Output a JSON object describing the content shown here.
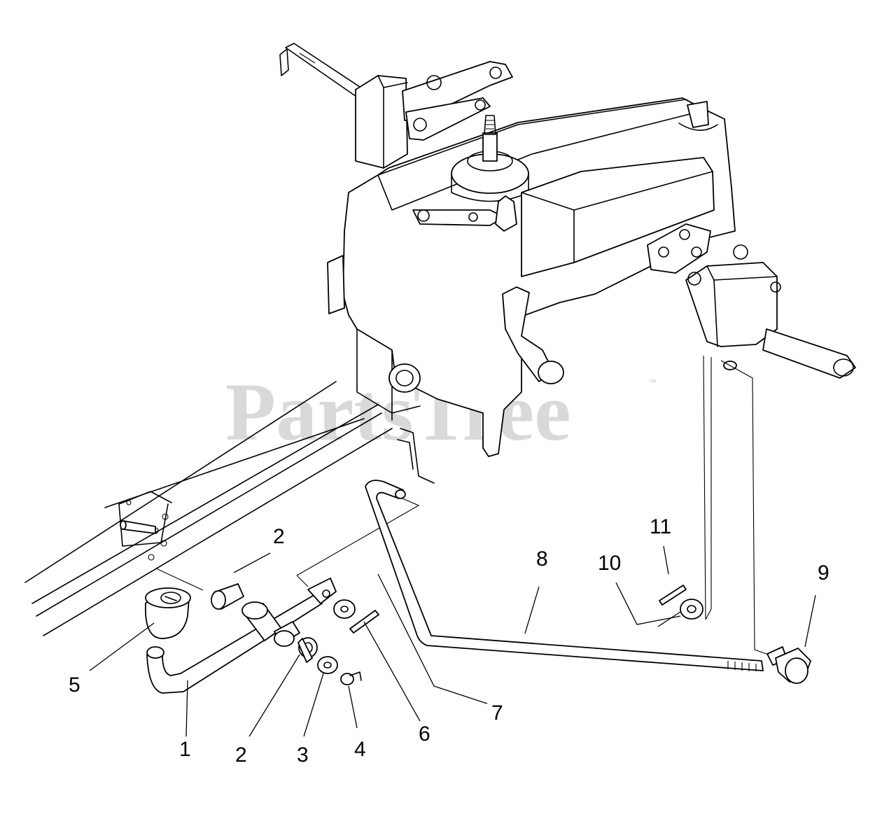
{
  "watermark": {
    "text": "PartsTree",
    "trademark": "™"
  },
  "callouts": [
    {
      "id": "1",
      "label": "1"
    },
    {
      "id": "2a",
      "label": "2"
    },
    {
      "id": "2b",
      "label": "2"
    },
    {
      "id": "3",
      "label": "3"
    },
    {
      "id": "4",
      "label": "4"
    },
    {
      "id": "5",
      "label": "5"
    },
    {
      "id": "6",
      "label": "6"
    },
    {
      "id": "7",
      "label": "7"
    },
    {
      "id": "8",
      "label": "8"
    },
    {
      "id": "9",
      "label": "9"
    },
    {
      "id": "10",
      "label": "10"
    },
    {
      "id": "11",
      "label": "11"
    }
  ]
}
